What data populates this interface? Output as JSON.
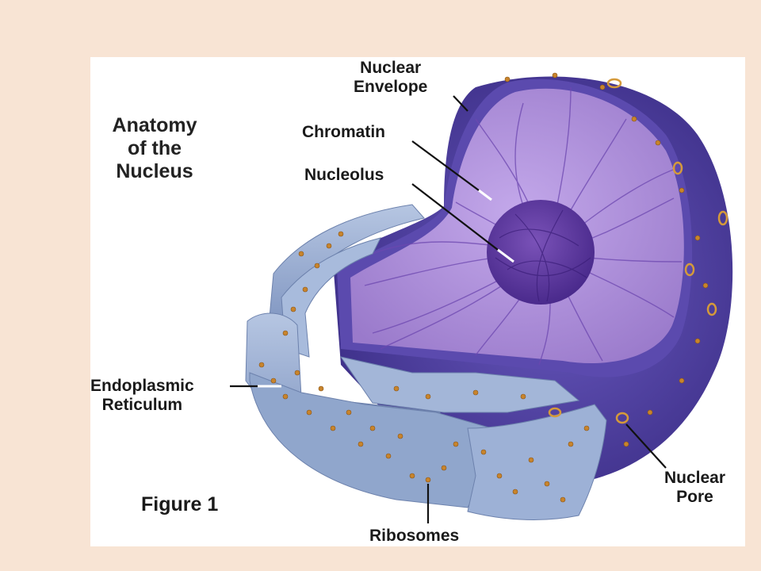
{
  "title": {
    "line1": "Anatomy",
    "line2": "of the",
    "line3": "Nucleus"
  },
  "labels": {
    "nuclear_envelope": {
      "line1": "Nuclear",
      "line2": "Envelope"
    },
    "chromatin": "Chromatin",
    "nucleolus": "Nucleolus",
    "endoplasmic_reticulum": {
      "line1": "Endoplasmic",
      "line2": "Reticulum"
    },
    "ribosomes": "Ribosomes",
    "nuclear_pore": {
      "line1": "Nuclear",
      "line2": "Pore"
    }
  },
  "caption": "Figure 1",
  "colors": {
    "background": "#f8e4d4",
    "envelope": "#4c3c9e",
    "interior": "#a98cd6",
    "nucleolus": "#5d3a9e",
    "er": "#8fa4cc",
    "ribosome": "#c8842c"
  }
}
